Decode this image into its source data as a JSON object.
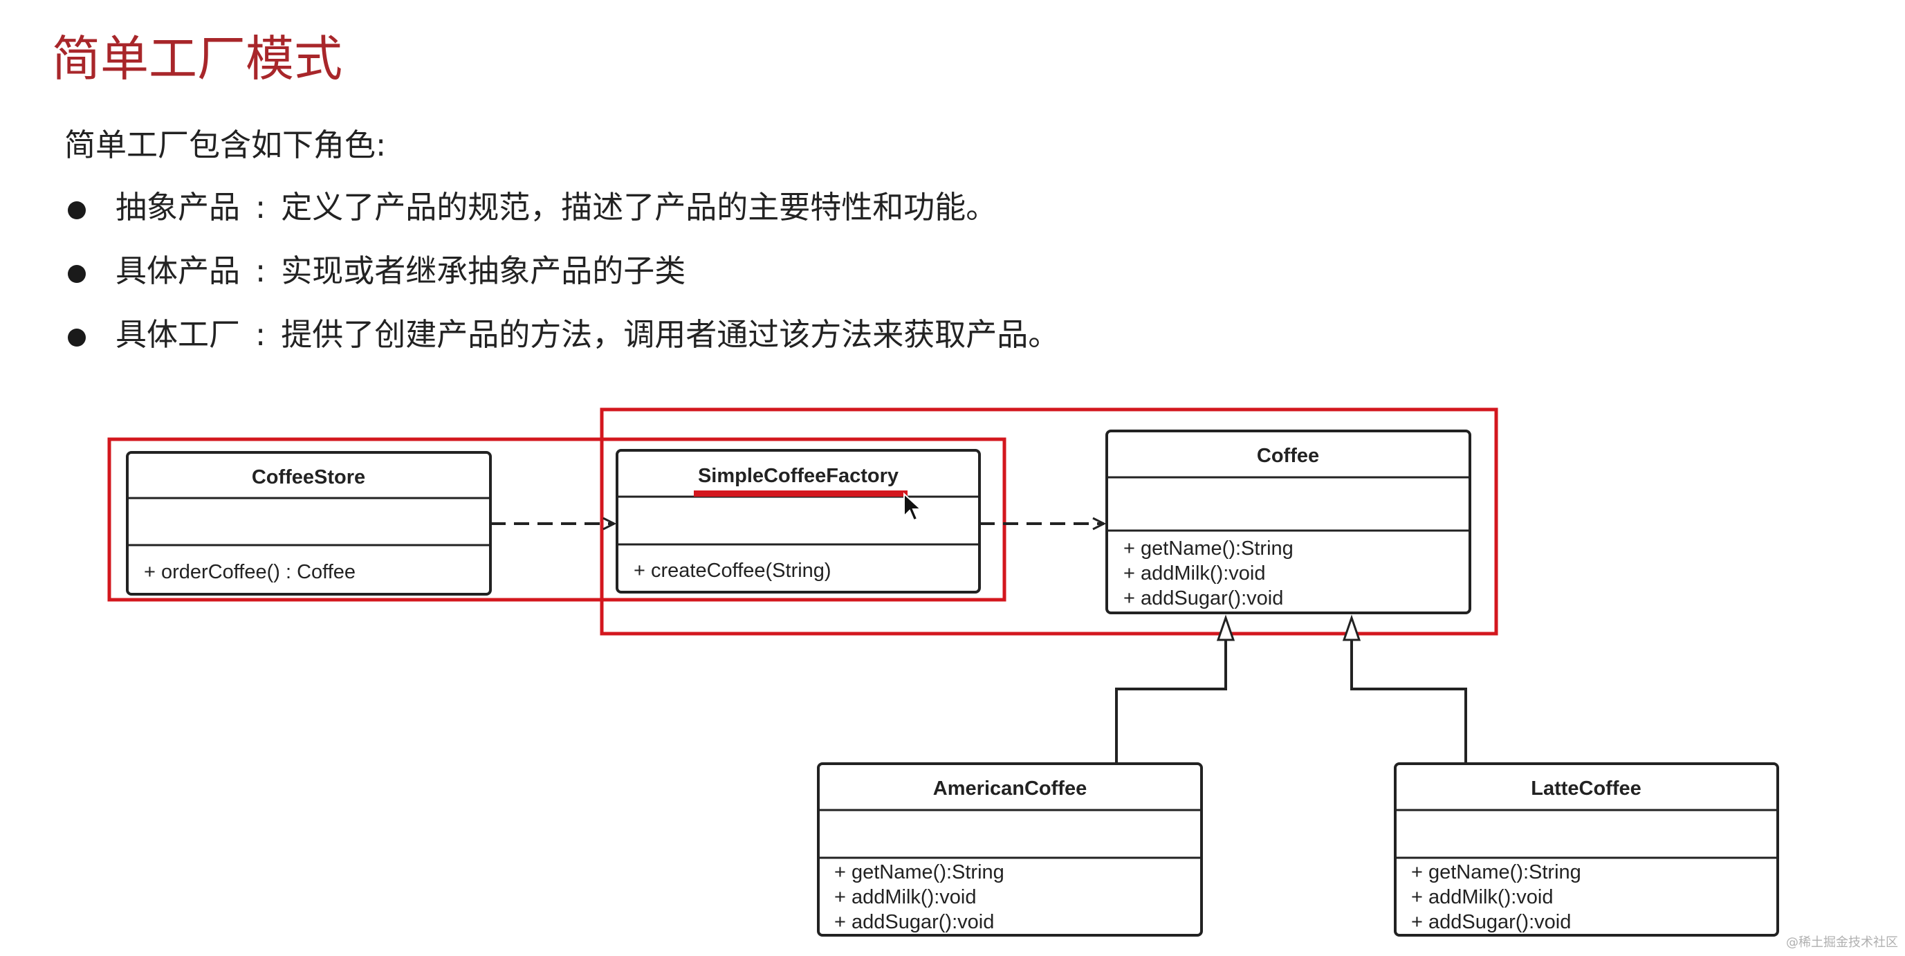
{
  "title": "简单工厂模式",
  "intro": "简单工厂包含如下角色:",
  "roles": [
    {
      "name": "抽象产品",
      "sep": ":",
      "desc": "定义了产品的规范，描述了产品的主要特性和功能。"
    },
    {
      "name": "具体产品",
      "sep": ":",
      "desc": "实现或者继承抽象产品的子类"
    },
    {
      "name": "具体工厂",
      "sep": ":",
      "desc": "提供了创建产品的方法，调用者通过该方法来获取产品。"
    }
  ],
  "diagram": {
    "classes": {
      "coffee_store": {
        "name": "CoffeeStore",
        "methods": [
          "+ orderCoffee() : Coffee"
        ]
      },
      "simple_coffee_factory": {
        "name": "SimpleCoffeeFactory",
        "methods": [
          "+ createCoffee(String)"
        ]
      },
      "coffee": {
        "name": "Coffee",
        "methods": [
          "+ getName():String",
          "+ addMilk():void",
          "+ addSugar():void"
        ]
      },
      "american_coffee": {
        "name": "AmericanCoffee",
        "methods": [
          "+ getName():String",
          "+ addMilk():void",
          "+ addSugar():void"
        ]
      },
      "latte_coffee": {
        "name": "LatteCoffee",
        "methods": [
          "+ getName():String",
          "+ addMilk():void",
          "+ addSugar():void"
        ]
      }
    },
    "colors": {
      "highlight": "#d3171e",
      "line": "#222222",
      "title": "#a8262a"
    }
  },
  "watermark": "@稀土掘金技术社区"
}
